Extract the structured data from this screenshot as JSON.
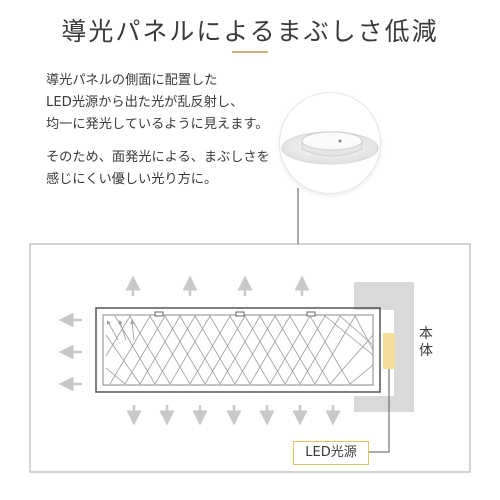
{
  "title": "導光パネルによるまぶしさ低減",
  "paragraph1": "導光パネルの側面に配置した\nLED光源から出た光が乱反射し、\n均一に発光しているように見えます。",
  "paragraph2": "そのため、面発光による、まぶしさを\n感じにくい優しい光り方に。",
  "diagram": {
    "body_label": "本体",
    "led_label": "LED光源"
  },
  "colors": {
    "accent_gold": "#c9b27a",
    "led_yellow": "#f2dd9a",
    "arrow_gray": "#c8c8c8",
    "wall_gray": "#d9d9d9",
    "panel_stroke": "#555555"
  }
}
